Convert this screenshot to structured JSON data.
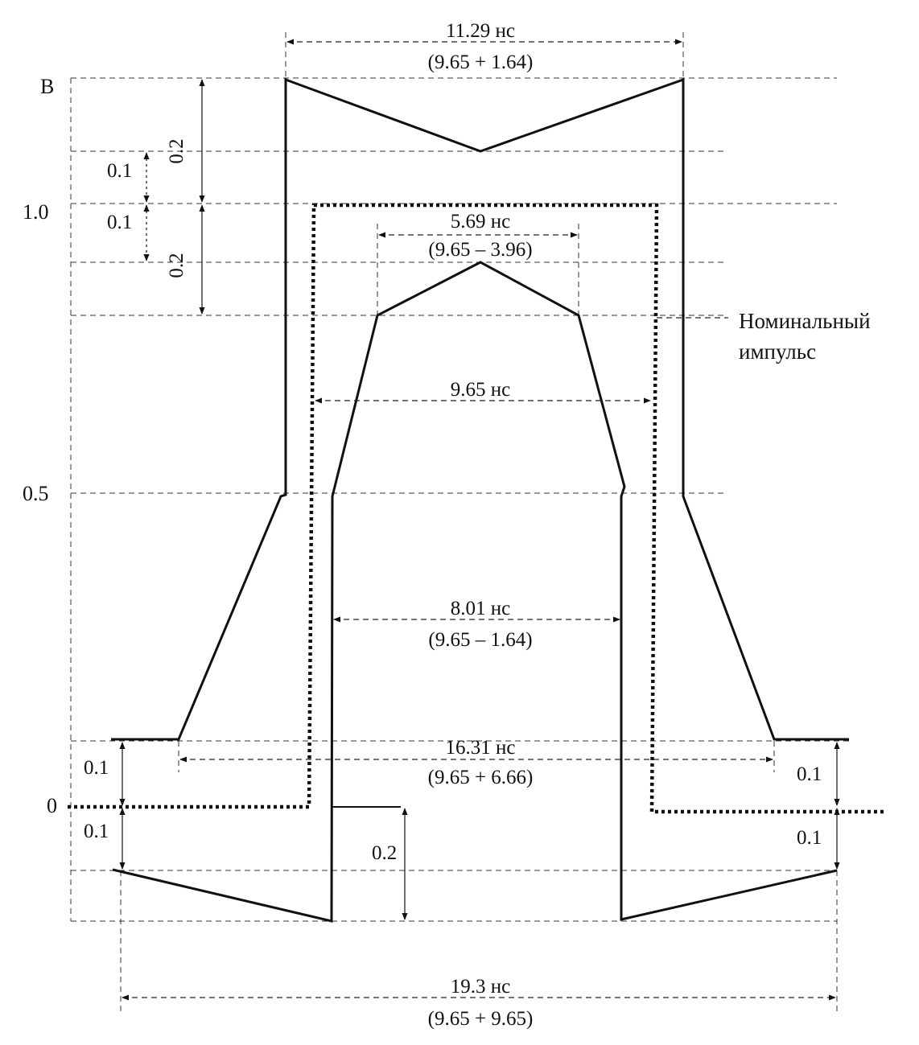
{
  "axis": {
    "unit": "В",
    "tick_1_0": "1.0",
    "tick_0_5": "0.5",
    "tick_0": "0"
  },
  "dimensions": {
    "top_width": "11.29 нс",
    "top_formula": "(9.65 + 1.64)",
    "peak_width": "5.69 нс",
    "peak_formula": "(9.65 – 3.96)",
    "nominal_width": "9.65 нс",
    "inner_width": "8.01 нс",
    "inner_formula": "(9.65 – 1.64)",
    "outer_low_width": "16.31 нс",
    "outer_low_formula": "(9.65 + 6.66)",
    "base_width": "19.3 нс",
    "base_formula": "(9.65 + 9.65)"
  },
  "tolerances": {
    "upper_small_a": "0.1",
    "upper_small_b": "0.1",
    "upper_large_a": "0.2",
    "upper_large_b": "0.2",
    "lower_left_a": "0.1",
    "lower_left_b": "0.1",
    "lower_center": "0.2",
    "lower_right_a": "0.1",
    "lower_right_b": "0.1"
  },
  "legend": {
    "nominal_line1": "Номинальный",
    "nominal_line2": "импульс"
  }
}
